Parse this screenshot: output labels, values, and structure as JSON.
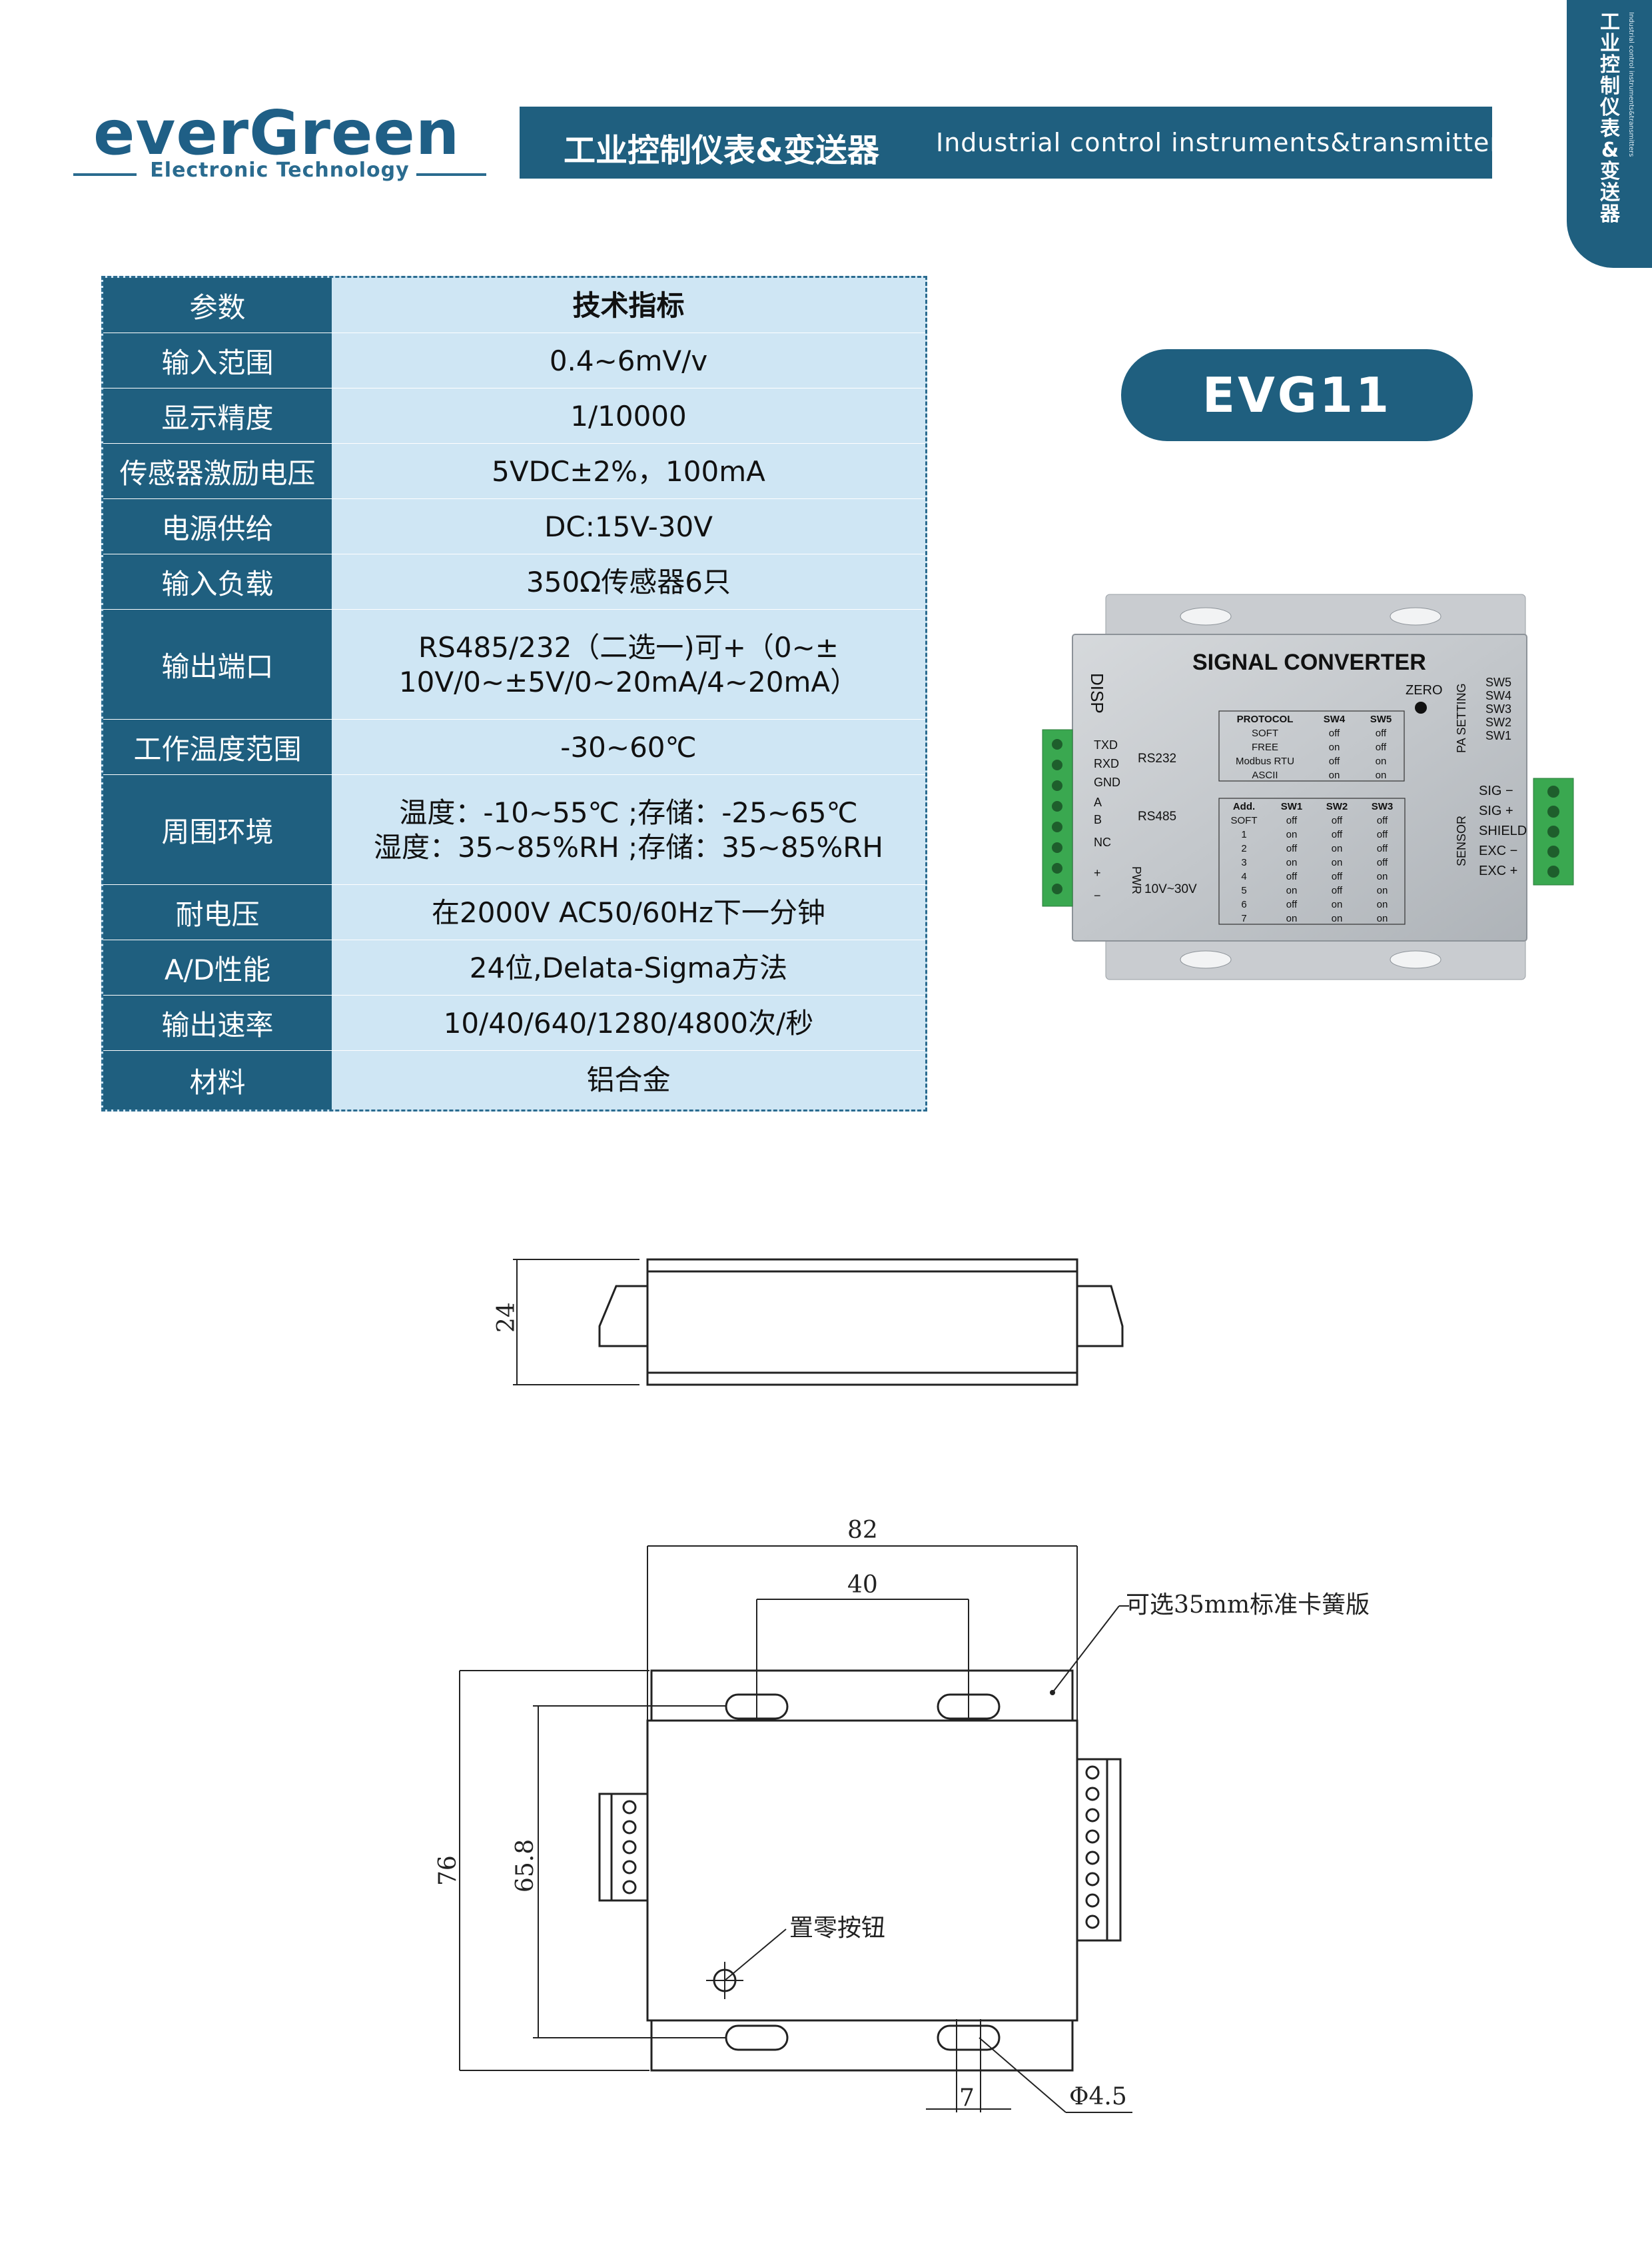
{
  "header": {
    "logo_main_a": "ever",
    "logo_main_b": "Green",
    "logo_sub": "Electronic Technology",
    "banner_cn": "工业控制仪表&变送器",
    "banner_en": "Industrial control instruments&transmitters",
    "side_tab": "工业控制仪表&变送器",
    "side_tab_small": "Industrial control instruments&transmitters"
  },
  "model": "EVG11",
  "spec_table": {
    "header": {
      "key": "参数",
      "value": "技术指标"
    },
    "rows": [
      {
        "key": "输入范围",
        "value": "0.4~6mV/v"
      },
      {
        "key": "显示精度",
        "value": "1/10000"
      },
      {
        "key": "传感器激励电压",
        "value": "5VDC±2%，100mA"
      },
      {
        "key": "电源供给",
        "value": "DC:15V-30V"
      },
      {
        "key": "输入负载",
        "value": "350Ω传感器6只"
      },
      {
        "key": "输出端口",
        "value_line1": "RS485/232（二选一)可+（0~±",
        "value_line2": "10V/0~±5V/0~20mA/4~20mA）"
      },
      {
        "key": "工作温度范围",
        "value": "-30~60℃"
      },
      {
        "key": "周围环境",
        "value_line1": "温度：-10~55℃ ;存储：-25~65℃",
        "value_line2": "湿度：35~85%RH ;存储：35~85%RH"
      },
      {
        "key": "耐电压",
        "value": "在2000V AC50/60Hz下一分钟"
      },
      {
        "key": "A/D性能",
        "value": "24位,Delata-Sigma方法"
      },
      {
        "key": "输出速率",
        "value": "10/40/640/1280/4800次/秒"
      },
      {
        "key": "材料",
        "value": "铝合金"
      }
    ]
  },
  "device_label": {
    "title": "SIGNAL  CONVERTER",
    "zero": "ZERO",
    "disp": "DISP",
    "pa_setting": "PA SETTING",
    "sensor": "SENSOR",
    "pwr": "PWR",
    "rs232": "RS232",
    "rs485": "RS485",
    "power_range": "10V~30V",
    "left_pins": [
      "TXD",
      "RXD",
      "GND",
      "A",
      "B",
      "NC",
      "+",
      "−"
    ],
    "right_pins": [
      "SIG −",
      "SIG +",
      "SHIELD",
      "EXC −",
      "EXC +"
    ],
    "sw_list": [
      "SW5",
      "SW4",
      "SW3",
      "SW2",
      "SW1"
    ],
    "protocol_table": {
      "headers": [
        "PROTOCOL",
        "SW4",
        "SW5"
      ],
      "rows": [
        [
          "SOFT",
          "off",
          "off"
        ],
        [
          "FREE",
          "on",
          "off"
        ],
        [
          "Modbus RTU",
          "off",
          "on"
        ],
        [
          "ASCII",
          "on",
          "on"
        ]
      ]
    },
    "address_table": {
      "headers": [
        "Add.",
        "SW1",
        "SW2",
        "SW3"
      ],
      "rows": [
        [
          "SOFT",
          "off",
          "off",
          "off"
        ],
        [
          "1",
          "on",
          "off",
          "off"
        ],
        [
          "2",
          "off",
          "on",
          "off"
        ],
        [
          "3",
          "on",
          "on",
          "off"
        ],
        [
          "4",
          "off",
          "off",
          "on"
        ],
        [
          "5",
          "on",
          "off",
          "on"
        ],
        [
          "6",
          "off",
          "on",
          "on"
        ],
        [
          "7",
          "on",
          "on",
          "on"
        ]
      ]
    }
  },
  "drawing": {
    "side_height": "24",
    "overall_width": "82",
    "slot_spacing": "40",
    "overall_height": "76",
    "body_height": "65.8",
    "slot_width": "7",
    "hole_diameter": "Φ4.5",
    "din_note": "可选35mm标准卡簧版",
    "zero_button_note": "置零按钮"
  },
  "colors": {
    "brand": "#1f5f7f",
    "table_value_bg": "#cfe6f4",
    "terminal_green": "#3aa850"
  }
}
